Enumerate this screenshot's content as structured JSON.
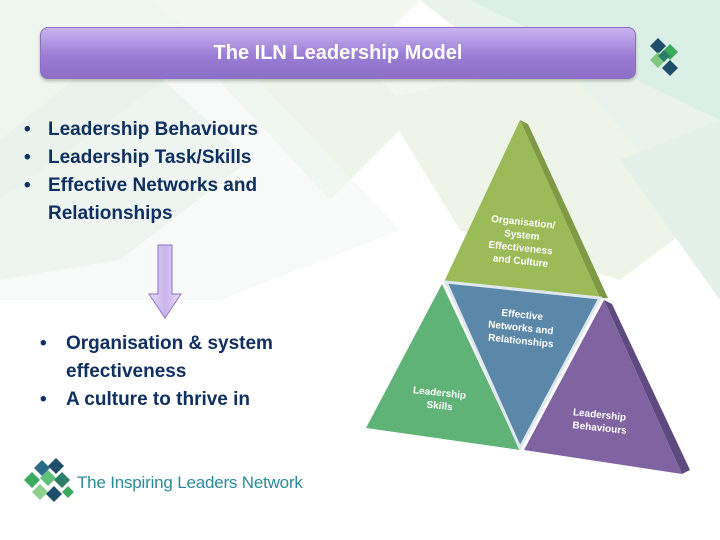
{
  "slide": {
    "title": "The ILN Leadership Model",
    "bullets_top": [
      "Leadership Behaviours",
      "Leadership Task/Skills",
      "Effective Networks and Relationships"
    ],
    "bullets_bottom": [
      "Organisation & system effectiveness",
      "A culture to thrive in"
    ],
    "bullet_glyph": "•"
  },
  "pyramid": {
    "top_label": [
      "Organisation/",
      "System",
      "Effectiveness",
      "and Culture"
    ],
    "center_label": [
      "Effective",
      "Networks and",
      "Relationships"
    ],
    "left_label": [
      "Leadership",
      "Skills"
    ],
    "right_label": [
      "Leadership",
      "Behaviours"
    ]
  },
  "brand": {
    "name": "The Inspiring Leaders Network"
  },
  "colors": {
    "title_bar": "#9a7dd4",
    "text": "#0f3061",
    "top_triangle": "#9bbb59",
    "center_triangle": "#5b87a8",
    "left_triangle": "#5fb376",
    "right_triangle": "#8064a2",
    "brand_text": "#2a8a9a"
  },
  "icons": {
    "arrow": "down-arrow-icon",
    "logo": "iln-logo-icon"
  }
}
